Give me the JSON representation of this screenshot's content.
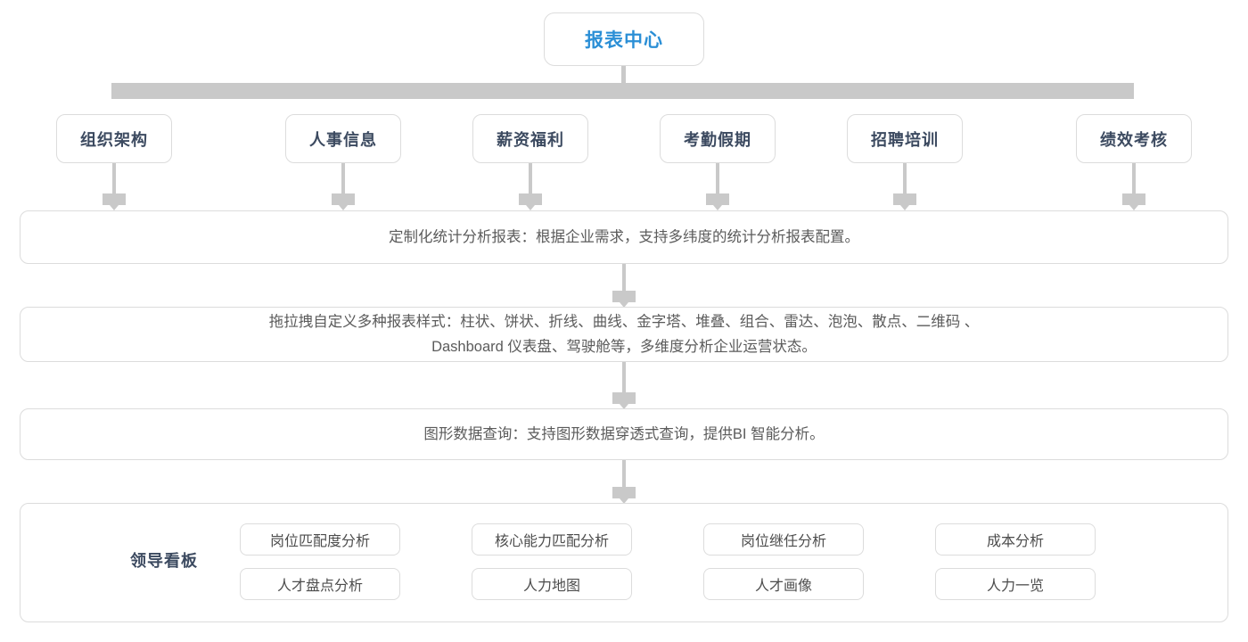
{
  "diagram": {
    "root": {
      "label": "报表中心",
      "color": "#2b8fd6"
    },
    "categories": [
      {
        "label": "组织架构"
      },
      {
        "label": "人事信息"
      },
      {
        "label": "薪资福利"
      },
      {
        "label": "考勤假期"
      },
      {
        "label": "招聘培训"
      },
      {
        "label": "绩效考核"
      }
    ],
    "panels": [
      {
        "lines": [
          "定制化统计分析报表：根据企业需求，支持多纬度的统计分析报表配置。"
        ]
      },
      {
        "lines": [
          "拖拉拽自定义多种报表样式：柱状、饼状、折线、曲线、金字塔、堆叠、组合、雷达、泡泡、散点、二维码 、",
          "Dashboard 仪表盘、驾驶舱等，多维度分析企业运营状态。"
        ]
      },
      {
        "lines": [
          "图形数据查询：支持图形数据穿透式查询，提供BI 智能分析。"
        ]
      }
    ],
    "dashboard": {
      "label": "领导看板",
      "rows": [
        [
          "岗位匹配度分析",
          "核心能力匹配分析",
          "岗位继任分析",
          "成本分析"
        ],
        [
          "人才盘点分析",
          "人力地图",
          "人才画像",
          "人力一览"
        ]
      ]
    },
    "colors": {
      "connector": "#c9c9c9",
      "border": "#dcdcdc",
      "body_text": "#5b5b5b",
      "node_text": "#3c4a60"
    }
  }
}
